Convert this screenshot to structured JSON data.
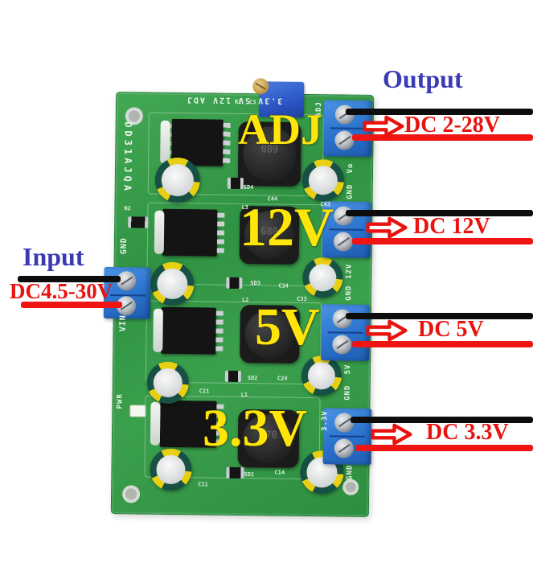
{
  "annotations": {
    "output_title": "Output",
    "input_title": "Input",
    "input_voltage": "DC4.5-30V"
  },
  "channels": [
    {
      "id": "adj",
      "big_label": "ADJ",
      "callout": "DC 2-28V",
      "right_edge_label": "Vo",
      "gnd_label": "GND",
      "inductor_marking": "089"
    },
    {
      "id": "12v",
      "big_label": "12V",
      "callout": "DC 12V",
      "right_edge_label": "12V",
      "gnd_label": "GND",
      "inductor_marking": "680"
    },
    {
      "id": "5v",
      "big_label": "5V",
      "callout": "DC 5V",
      "right_edge_label": "5V",
      "gnd_label": "GND",
      "inductor_marking": ""
    },
    {
      "id": "3v3",
      "big_label": "3.3V",
      "callout": "DC 3.3V",
      "right_edge_label": "3.3V",
      "gnd_label": "GND",
      "inductor_marking": "470"
    }
  ],
  "board": {
    "model": "DD31AJQA",
    "top_edge_label": "3.3V 5V 12V ADJ",
    "adj_port_label": "ADJ",
    "input": {
      "gnd": "GND",
      "vin": "VIN"
    },
    "pwr": "PWR",
    "refs": {
      "r2": "R2",
      "c3": "C3",
      "n2": "N2",
      "sd4": "SD4",
      "c44": "C44",
      "l3": "L3",
      "c43": "C43",
      "sd3": "SD3",
      "c34": "C34",
      "c33": "C33",
      "l2": "L2",
      "sd2": "SD2",
      "c24": "C24",
      "c21": "C21",
      "l1": "L1",
      "sd1": "SD1",
      "c11": "C11",
      "c14": "C14"
    }
  },
  "colors": {
    "board_green": "#379b48",
    "annotation_navy": "#3a3ab5",
    "annotation_red": "#e8130e",
    "label_yellow": "#ffe50a",
    "terminal_blue": "#2e7bd6",
    "wire_black": "#0d0d0d",
    "wire_red": "#ee1512"
  }
}
